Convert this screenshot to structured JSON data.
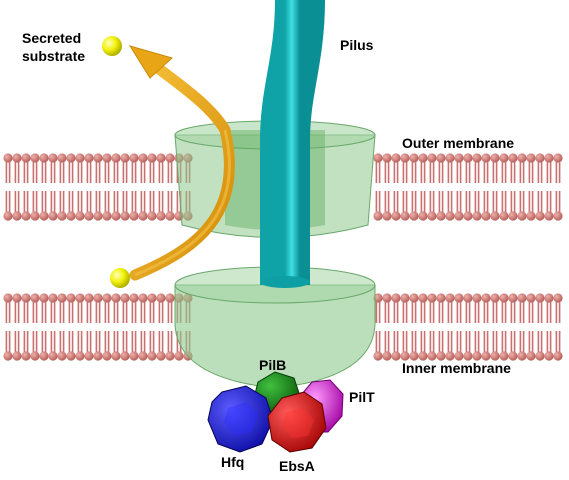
{
  "labels": {
    "secreted_substrate_line1": "Secreted",
    "secreted_substrate_line2": "substrate",
    "pilus": "Pilus",
    "outer_membrane": "Outer membrane",
    "inner_membrane": "Inner membrane",
    "pilb": "PilB",
    "pilt": "PilT",
    "hfq": "Hfq",
    "ebsa": "EbsA"
  },
  "colors": {
    "membrane_lipid": "#c97070",
    "membrane_head": "#d98a85",
    "secretin_complex": "#8ec98e",
    "pilus": "#22c8cc",
    "substrate_arrow": "#e8a516",
    "substrate_sphere": "#f2f20a",
    "pilb": "#1a8a1a",
    "pilt": "#e030e0",
    "hfq": "#1a1ae0",
    "ebsa": "#e01010"
  }
}
